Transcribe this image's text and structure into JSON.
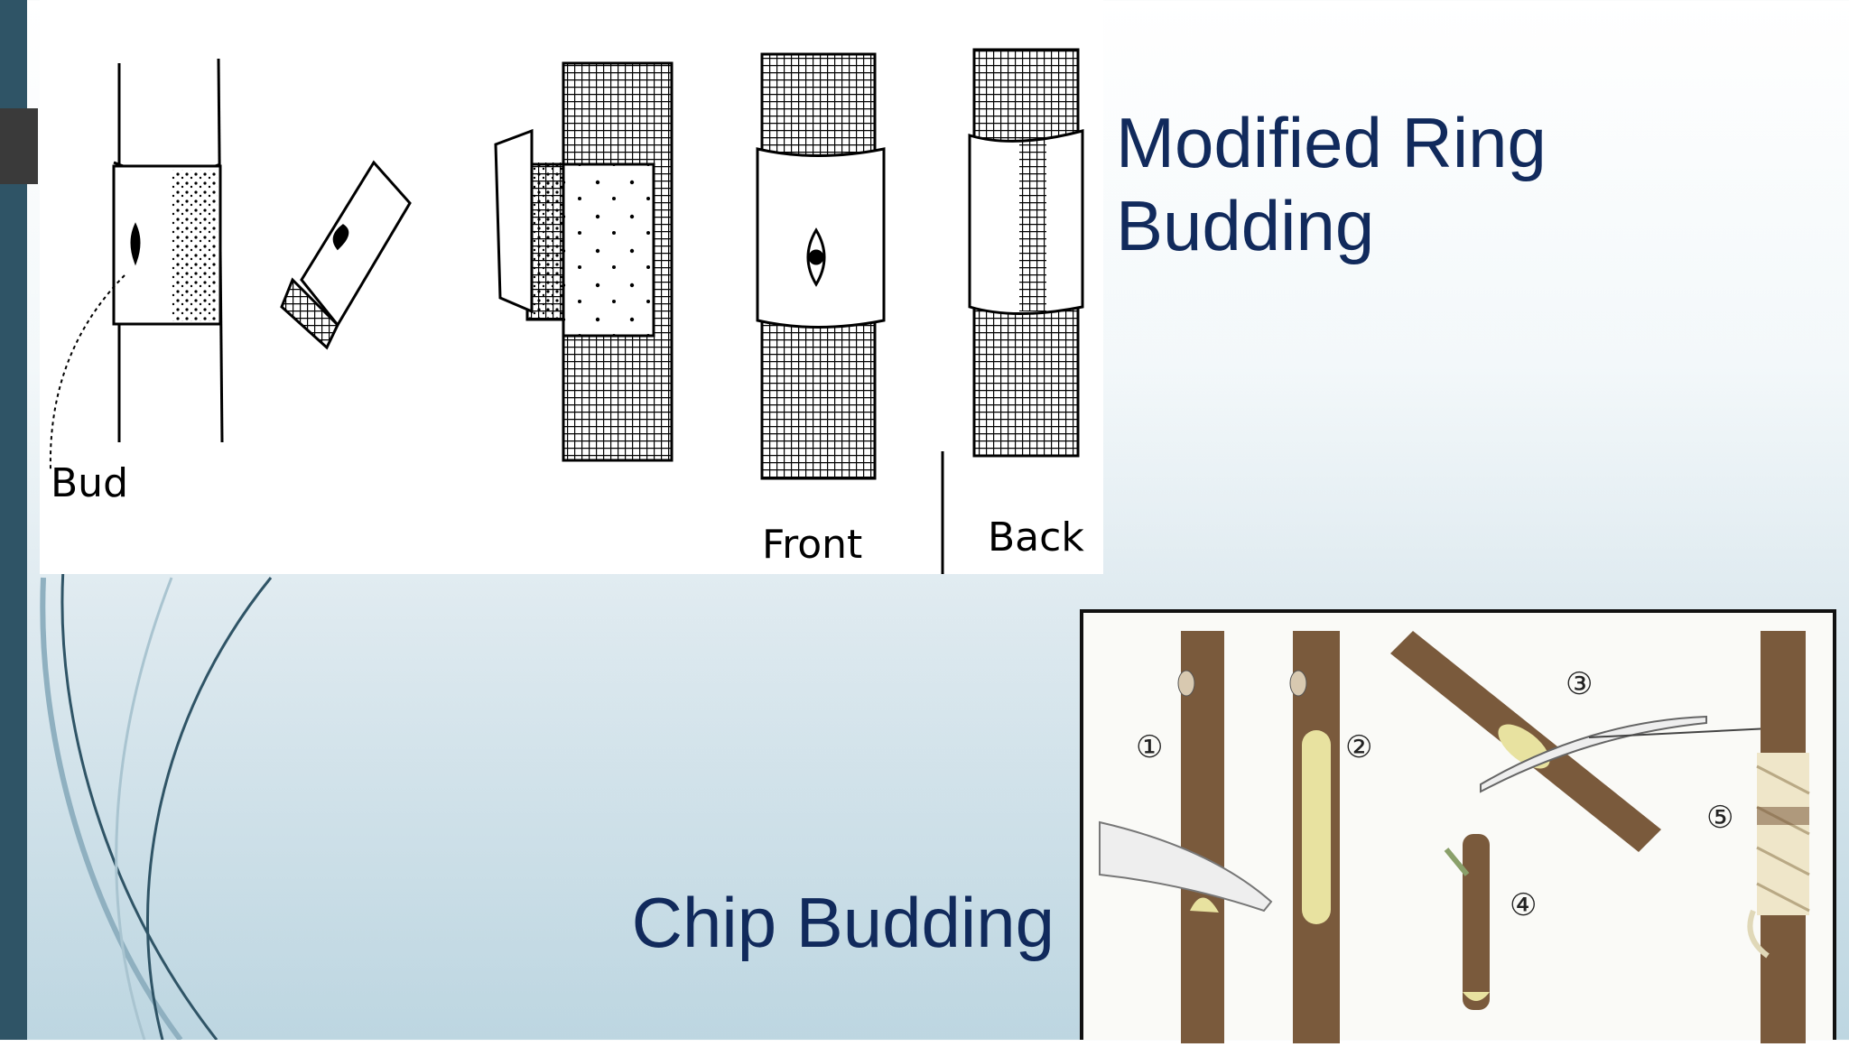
{
  "slide": {
    "title_ring_line1": "Modified Ring",
    "title_ring_line2": "Budding",
    "title_chip": "Chip Budding"
  },
  "ring_figure": {
    "labels": {
      "bud": "Bud",
      "front": "Front",
      "back": "Back"
    }
  },
  "chip_figure": {
    "steps": [
      "①",
      "②",
      "③",
      "④",
      "⑤"
    ]
  },
  "colors": {
    "title": "#112a5c",
    "side_bar": "#2f5466",
    "bark": "#7a5a3c",
    "cambium": "#e8e2a0"
  }
}
